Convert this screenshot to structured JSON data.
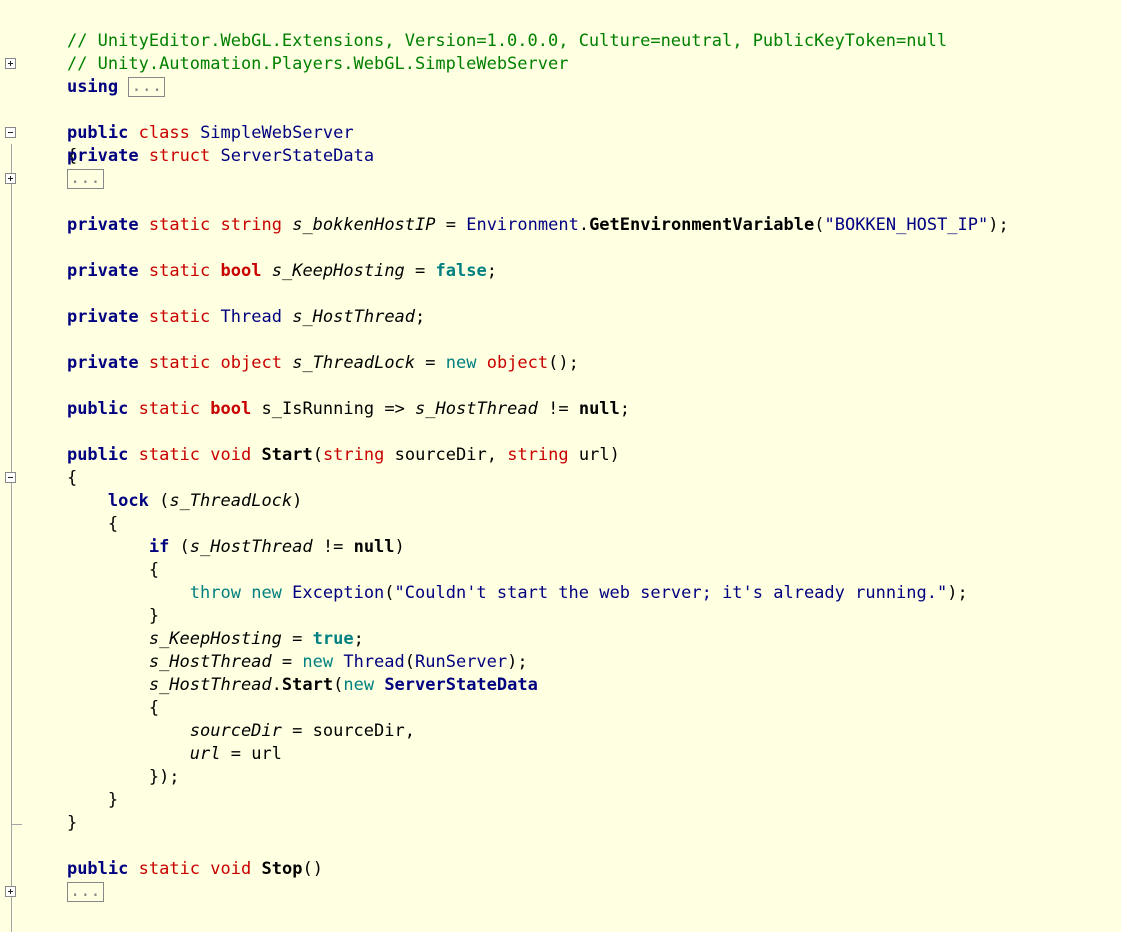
{
  "header_comments": [
    "// UnityEditor.WebGL.Extensions, Version=1.0.0.0, Culture=neutral, PublicKeyToken=null",
    "// Unity.Automation.Players.WebGL.SimpleWebServer"
  ],
  "collapsed_marker": "...",
  "using_line": {
    "keyword": "using"
  },
  "class_decl": {
    "modifier": "public",
    "keyword": "class",
    "name": "SimpleWebServer"
  },
  "braces": {
    "open": "{",
    "close": "}",
    "close_semi": "});"
  },
  "struct_decl": {
    "modifier": "private",
    "keyword": "struct",
    "name": "ServerStateData"
  },
  "fields": {
    "host_ip": {
      "m1": "private",
      "m2": "static",
      "type": "string",
      "name": "s_bokkenHostIP",
      "eq": " = ",
      "env": "Environment",
      "dot": ".",
      "method": "GetEnvironmentVariable",
      "open": "(",
      "arg": "\"BOKKEN_HOST_IP\"",
      "close": ");"
    },
    "keep_hosting": {
      "m1": "private",
      "m2": "static",
      "type": "bool",
      "name": "s_KeepHosting",
      "eq": " = ",
      "value": "false",
      "semi": ";"
    },
    "host_thread": {
      "m1": "private",
      "m2": "static",
      "type": "Thread",
      "name": "s_HostThread",
      "semi": ";"
    },
    "thread_lock": {
      "m1": "private",
      "m2": "static",
      "type": "object",
      "name": "s_ThreadLock",
      "eq": " = ",
      "new": "new",
      "ctor": "object",
      "rest": "();"
    },
    "is_running": {
      "m1": "public",
      "m2": "static",
      "type": "bool",
      "name": "s_IsRunning",
      "arrow": " => ",
      "ref": "s_HostThread",
      "ne": " != ",
      "null": "null",
      "semi": ";"
    }
  },
  "start_method": {
    "m1": "public",
    "m2": "static",
    "ret": "void",
    "name": "Start",
    "open": "(",
    "p1type": "string",
    "p1name": "sourceDir",
    "comma": ", ",
    "p2type": "string",
    "p2name": "url",
    "close": ")"
  },
  "lock_stmt": {
    "keyword": "lock",
    "open": " (",
    "target": "s_ThreadLock",
    "close": ")"
  },
  "if_stmt": {
    "keyword": "if",
    "open": " (",
    "target": "s_HostThread",
    "ne": " != ",
    "null": "null",
    "close": ")"
  },
  "throw_stmt": {
    "throw": "throw",
    "new": "new",
    "type": "Exception",
    "open": "(",
    "message": "\"Couldn't start the web server; it's already running.\"",
    "close": ");"
  },
  "assign_keep": {
    "target": "s_KeepHosting",
    "eq": " = ",
    "value": "true",
    "semi": ";"
  },
  "assign_thread": {
    "target": "s_HostThread",
    "eq": " = ",
    "new": "new",
    "type": "Thread",
    "open": "(",
    "arg": "RunServer",
    "close": ");"
  },
  "start_call": {
    "target": "s_HostThread",
    "dot": ".",
    "method": "Start",
    "open": "(",
    "new": "new",
    "type": "ServerStateData"
  },
  "init_src": {
    "field": "sourceDir",
    "eq": " = ",
    "value": "sourceDir",
    "comma": ","
  },
  "init_url": {
    "field": "url",
    "eq": " = ",
    "value": "url"
  },
  "stop_method": {
    "m1": "public",
    "m2": "static",
    "ret": "void",
    "name": "Stop",
    "parens": "()"
  }
}
